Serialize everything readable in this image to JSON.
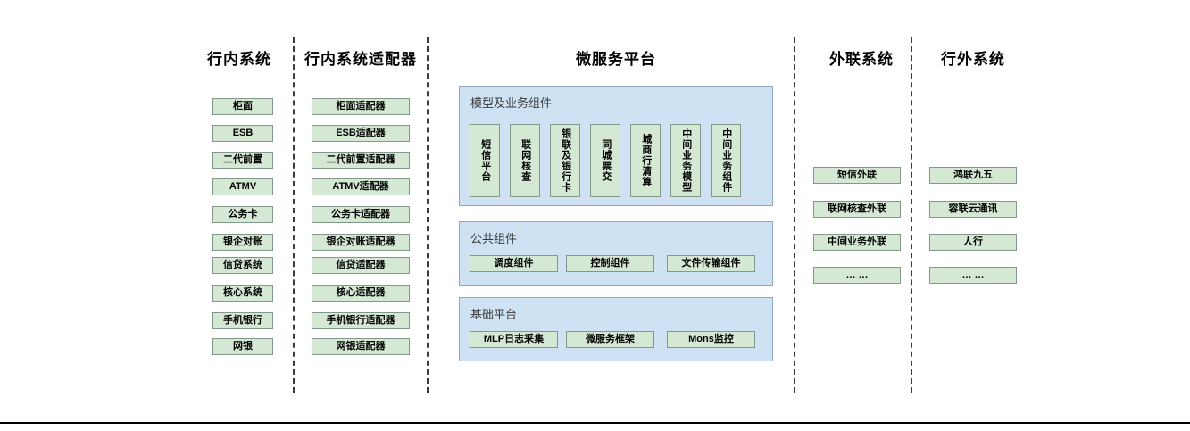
{
  "columns": {
    "internal": {
      "title": "行内系统",
      "items": [
        "柜面",
        "ESB",
        "二代前置",
        "ATMV",
        "公务卡",
        "银企对账",
        "信贷系统",
        "核心系统",
        "手机银行",
        "网银"
      ]
    },
    "adapter": {
      "title": "行内系统适配器",
      "items": [
        "柜面适配器",
        "ESB适配器",
        "二代前置适配器",
        "ATMV适配器",
        "公务卡适配器",
        "银企对账适配器",
        "信贷适配器",
        "核心适配器",
        "手机银行适配器",
        "网银适配器"
      ]
    },
    "platform": {
      "title": "微服务平台",
      "panels": [
        {
          "title": "模型及业务组件",
          "orientation": "vertical",
          "items": [
            "短信平台",
            "联网核查",
            "银联及银行卡",
            "同城票交",
            "城商行清算",
            "中间业务模型",
            "中间业务组件"
          ]
        },
        {
          "title": "公共组件",
          "orientation": "horizontal",
          "items": [
            "调度组件",
            "控制组件",
            "文件传输组件"
          ]
        },
        {
          "title": "基础平台",
          "orientation": "horizontal",
          "items": [
            "MLP日志采集",
            "微服务框架",
            "Mons监控"
          ]
        }
      ]
    },
    "external_link": {
      "title": "外联系统",
      "items": [
        "短信外联",
        "联网核查外联",
        "中间业务外联",
        "… …"
      ]
    },
    "outside": {
      "title": "行外系统",
      "items": [
        "鸿联九五",
        "容联云通讯",
        "人行",
        "… …"
      ]
    }
  },
  "colors": {
    "box_fill": "#d5e8d4",
    "box_border": "#82998a",
    "panel_fill": "#cfe2f3",
    "panel_border": "#8fa8bf",
    "divider": "#3b3b3b",
    "text": "#000000",
    "panel_title_text": "#3a3a3a"
  }
}
